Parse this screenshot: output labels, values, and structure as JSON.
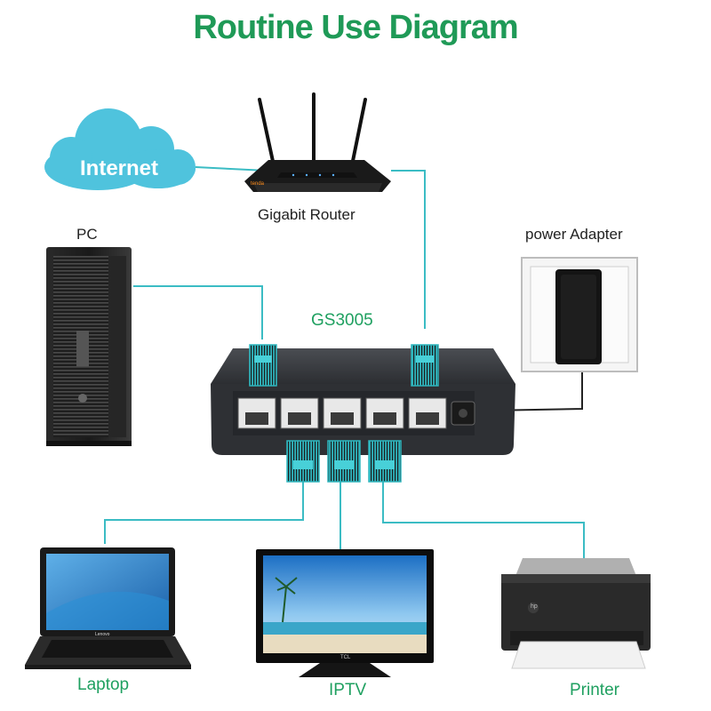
{
  "title": "Routine Use Diagram",
  "colors": {
    "title": "#1f9a57",
    "green_label": "#1fa060",
    "connector": "#3bbcc4",
    "cloud": "#4fc3dd"
  },
  "labels": {
    "internet": "Internet",
    "router": "Gigabit Router",
    "pc": "PC",
    "power_adapter": "power Adapter",
    "switch": "GS3005",
    "laptop": "Laptop",
    "iptv": "IPTV",
    "printer": "Printer"
  },
  "device_marks": {
    "router_brand": "tenda",
    "laptop_brand": "Lenovo",
    "tv_brand": "TCL",
    "printer_brand": "hp"
  }
}
